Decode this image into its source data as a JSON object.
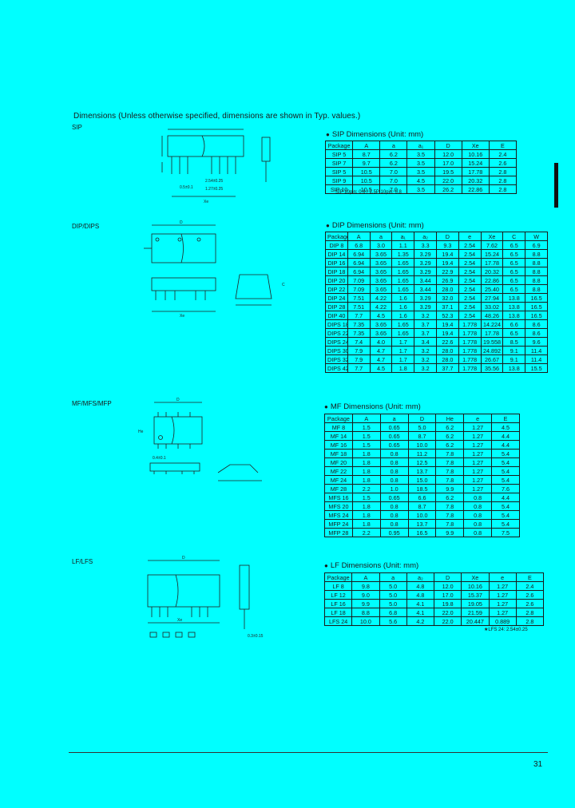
{
  "heading": "Dimensions (Unless otherwise specified, dimensions are shown in Typ. values.)",
  "page_number": "31",
  "sections": {
    "sip": {
      "label": "SIP",
      "title": "SIP Dimensions (Unit: mm)",
      "headers": [
        "Package",
        "A",
        "a",
        "a₁",
        "D",
        "Xe",
        "E"
      ],
      "rows": [
        [
          "SIP 5",
          "8.7",
          "6.2",
          "3.5",
          "12.0",
          "10.16",
          "2.4"
        ],
        [
          "SIP 7",
          "9.7",
          "6.2",
          "3.5",
          "17.0",
          "15.24",
          "2.6"
        ],
        [
          "SIP 5",
          "10.5",
          "7.0",
          "3.5",
          "19.5",
          "17.78",
          "2.8"
        ],
        [
          "SIP 9",
          "10.5",
          "7.0",
          "4.5",
          "22.0",
          "20.32",
          "2.8"
        ],
        [
          "SIP 10",
          "10.5",
          "7.0",
          "3.5",
          "26.2",
          "22.86",
          "2.8"
        ]
      ],
      "footnote": "SIP 10pin: 0.6 / 2.5P 10pin: 0.8"
    },
    "dip": {
      "label": "DIP/DIPS",
      "title": "DIP Dimensions (Unit: mm)",
      "headers": [
        "Package",
        "A",
        "a",
        "a₁",
        "a₂",
        "D",
        "e",
        "Xe",
        "C",
        "W"
      ],
      "rows": [
        [
          "DIP 8",
          "6.8",
          "3.0",
          "1.1",
          "3.3",
          "9.3",
          "2.54",
          "7.62",
          "6.5",
          "6.9"
        ],
        [
          "DIP 14",
          "6.94",
          "3.65",
          "1.35",
          "3.29",
          "19.4",
          "2.54",
          "15.24",
          "6.5",
          "8.8"
        ],
        [
          "DIP 16",
          "6.94",
          "3.65",
          "1.65",
          "3.29",
          "19.4",
          "2.54",
          "17.78",
          "6.5",
          "8.8"
        ],
        [
          "DIP 18",
          "6.94",
          "3.65",
          "1.65",
          "3.29",
          "22.9",
          "2.54",
          "20.32",
          "6.5",
          "8.8"
        ],
        [
          "DIP 20",
          "7.09",
          "3.65",
          "1.65",
          "3.44",
          "26.9",
          "2.54",
          "22.86",
          "6.5",
          "8.8"
        ],
        [
          "DIP 22",
          "7.09",
          "3.65",
          "1.65",
          "3.44",
          "28.0",
          "2.54",
          "25.40",
          "6.5",
          "8.8"
        ],
        [
          "DIP 24",
          "7.51",
          "4.22",
          "1.6",
          "3.29",
          "32.0",
          "2.54",
          "27.94",
          "13.8",
          "16.5"
        ],
        [
          "DIP 28",
          "7.51",
          "4.22",
          "1.6",
          "3.29",
          "37.1",
          "2.54",
          "33.02",
          "13.8",
          "16.5"
        ],
        [
          "DIP 40",
          "7.7",
          "4.5",
          "1.6",
          "3.2",
          "52.3",
          "2.54",
          "48.26",
          "13.8",
          "16.5"
        ],
        [
          "DIPS 18",
          "7.35",
          "3.65",
          "1.65",
          "3.7",
          "19.4",
          "1.778",
          "14.224",
          "6.6",
          "8.6"
        ],
        [
          "DIPS 22",
          "7.35",
          "3.65",
          "1.65",
          "3.7",
          "19.4",
          "1.778",
          "17.78",
          "6.5",
          "8.6"
        ],
        [
          "DIPS 24",
          "7.4",
          "4.0",
          "1.7",
          "3.4",
          "22.6",
          "1.778",
          "19.558",
          "8.5",
          "9.6"
        ],
        [
          "DIPS 30",
          "7.9",
          "4.7",
          "1.7",
          "3.2",
          "28.0",
          "1.778",
          "24.892",
          "9.1",
          "11.4"
        ],
        [
          "DIPS 32",
          "7.9",
          "4.7",
          "1.7",
          "3.2",
          "28.0",
          "1.778",
          "26.67",
          "9.1",
          "11.4"
        ],
        [
          "DIPS 42",
          "7.7",
          "4.5",
          "1.8",
          "3.2",
          "37.7",
          "1.778",
          "35.56",
          "13.8",
          "15.5"
        ]
      ]
    },
    "mf": {
      "label": "MF/MFS/MFP",
      "title": "MF Dimensions (Unit: mm)",
      "headers": [
        "Package",
        "A",
        "a",
        "D",
        "He",
        "e",
        "E"
      ],
      "rows": [
        [
          "MF 8",
          "1.5",
          "0.65",
          "5.0",
          "6.2",
          "1.27",
          "4.5"
        ],
        [
          "MF 14",
          "1.5",
          "0.65",
          "8.7",
          "6.2",
          "1.27",
          "4.4"
        ],
        [
          "MF 16",
          "1.5",
          "0.65",
          "10.0",
          "6.2",
          "1.27",
          "4.4"
        ],
        [
          "MF 18",
          "1.8",
          "0.8",
          "11.2",
          "7.8",
          "1.27",
          "5.4"
        ],
        [
          "MF 20",
          "1.8",
          "0.8",
          "12.5",
          "7.8",
          "1.27",
          "5.4"
        ],
        [
          "MF 22",
          "1.8",
          "0.8",
          "13.7",
          "7.8",
          "1.27",
          "5.4"
        ],
        [
          "MF 24",
          "1.8",
          "0.8",
          "15.0",
          "7.8",
          "1.27",
          "5.4"
        ],
        [
          "MF 28",
          "2.2",
          "1.0",
          "18.5",
          "9.9",
          "1.27",
          "7.6"
        ],
        [
          "MFS 16",
          "1.5",
          "0.65",
          "6.6",
          "6.2",
          "0.8",
          "4.4"
        ],
        [
          "MFS 20",
          "1.8",
          "0.8",
          "8.7",
          "7.8",
          "0.8",
          "5.4"
        ],
        [
          "MFS 24",
          "1.8",
          "0.8",
          "10.0",
          "7.8",
          "0.8",
          "5.4"
        ],
        [
          "MFP 24",
          "1.8",
          "0.8",
          "13.7",
          "7.8",
          "0.8",
          "5.4"
        ],
        [
          "MFP 28",
          "2.2",
          "0.95",
          "16.5",
          "9.9",
          "0.8",
          "7.5"
        ]
      ]
    },
    "lf": {
      "label": "LF/LFS",
      "title": "LF Dimensions (Unit: mm)",
      "headers": [
        "Package",
        "A",
        "a",
        "a₂",
        "D",
        "Xe",
        "e",
        "E"
      ],
      "rows": [
        [
          "LF 8",
          "9.8",
          "5.0",
          "4.8",
          "12.0",
          "10.16",
          "1.27",
          "2.4"
        ],
        [
          "LF 12",
          "9.0",
          "5.0",
          "4.8",
          "17.0",
          "15.37",
          "1.27",
          "2.6"
        ],
        [
          "LF 16",
          "9.9",
          "5.0",
          "4.1",
          "19.8",
          "19.05",
          "1.27",
          "2.6"
        ],
        [
          "LF 18",
          "8.8",
          "6.8",
          "4.1",
          "22.0",
          "21.59",
          "1.27",
          "2.8"
        ],
        [
          "LFS 24",
          "10.0",
          "5.6",
          "4.2",
          "22.0",
          "20.447",
          "0.889",
          "2.8"
        ]
      ],
      "footnote": "★LFS 24: 2.54±0.25"
    }
  }
}
